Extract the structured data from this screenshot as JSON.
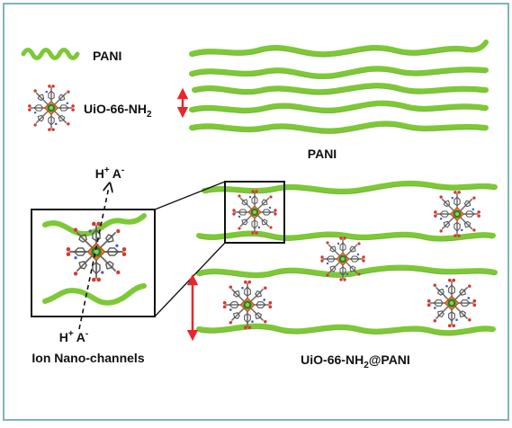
{
  "legend": {
    "pani_label": "PANI",
    "mof_label_main": "UiO-66-NH",
    "mof_label_sub": "2"
  },
  "panels": {
    "pani_caption": "PANI",
    "composite_caption_main": "UiO-66-NH",
    "composite_caption_sub": "2",
    "composite_caption_tail": "@PANI",
    "channel_caption": "Ion Nano-channels"
  },
  "ions": {
    "top_main": "H",
    "top_plus": "+",
    "top_anion": "A",
    "top_minus": "-",
    "bottom_main": "H",
    "bottom_plus": "+",
    "bottom_anion": "A",
    "bottom_minus": "-"
  },
  "colors": {
    "frame": "#7fb3bd",
    "pani_green": "#7dc935",
    "pani_dark": "#4e8f1d",
    "arrow_red": "#e8262b",
    "mof_orange": "#e0902b",
    "mof_red": "#d63a2f",
    "mof_gray": "#6c6c6c",
    "mof_core": "#2e7d32"
  }
}
